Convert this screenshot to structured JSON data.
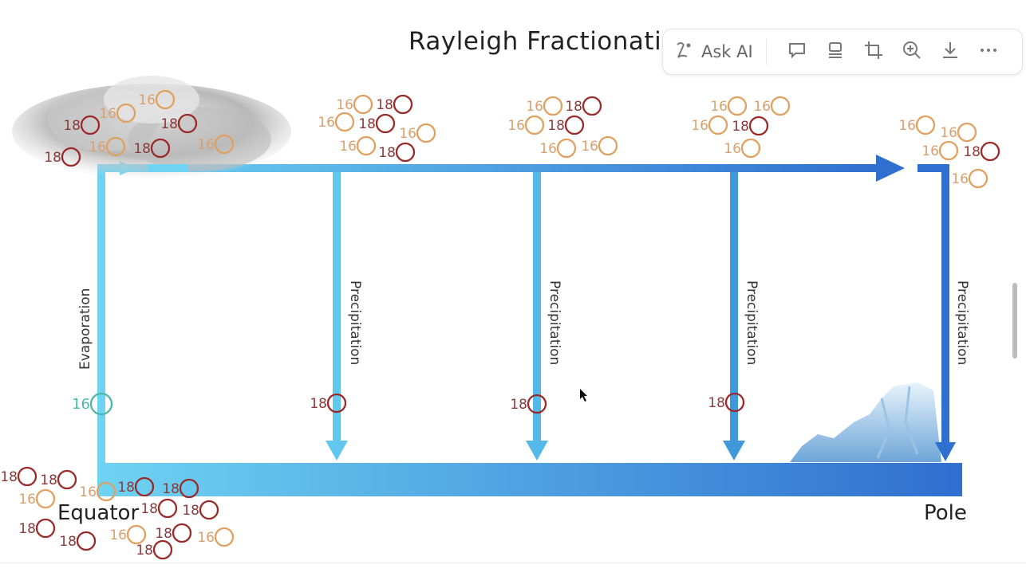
{
  "title": "Rayleigh Fractionation",
  "toolbar": {
    "ask_ai": "Ask AI",
    "icons": [
      "ask-ai-icon",
      "comment-icon",
      "summary-icon",
      "crop-icon",
      "zoom-in-icon",
      "download-icon",
      "more-icon"
    ]
  },
  "labels": {
    "evaporation": "Evaporation",
    "precipitation": "Precipitation",
    "equator": "Equator",
    "pole": "Pole"
  },
  "colors": {
    "light_blue": "#6fd3f2",
    "dark_blue": "#2f6fd0",
    "isotope16": "#e0a060",
    "isotope18": "#9a2a2a",
    "evap16": "#4bb8a8"
  },
  "molecules": {
    "cloud": [
      "16",
      "16",
      "18",
      "18",
      "16",
      "18",
      "16",
      "18"
    ],
    "vapor1": [
      "16",
      "18",
      "16",
      "18",
      "16",
      "16",
      "18"
    ],
    "vapor2": [
      "16",
      "18",
      "16",
      "18",
      "16",
      "16"
    ],
    "vapor3": [
      "16",
      "16",
      "16",
      "18",
      "16"
    ],
    "vapor4": [
      "16",
      "16",
      "16",
      "18",
      "16"
    ],
    "evaporating": [
      "16"
    ],
    "precip": [
      "18",
      "18",
      "18"
    ],
    "ocean": [
      "18",
      "18",
      "16",
      "18",
      "18",
      "16",
      "18",
      "18",
      "18",
      "18",
      "16",
      "18",
      "16",
      "18"
    ]
  }
}
